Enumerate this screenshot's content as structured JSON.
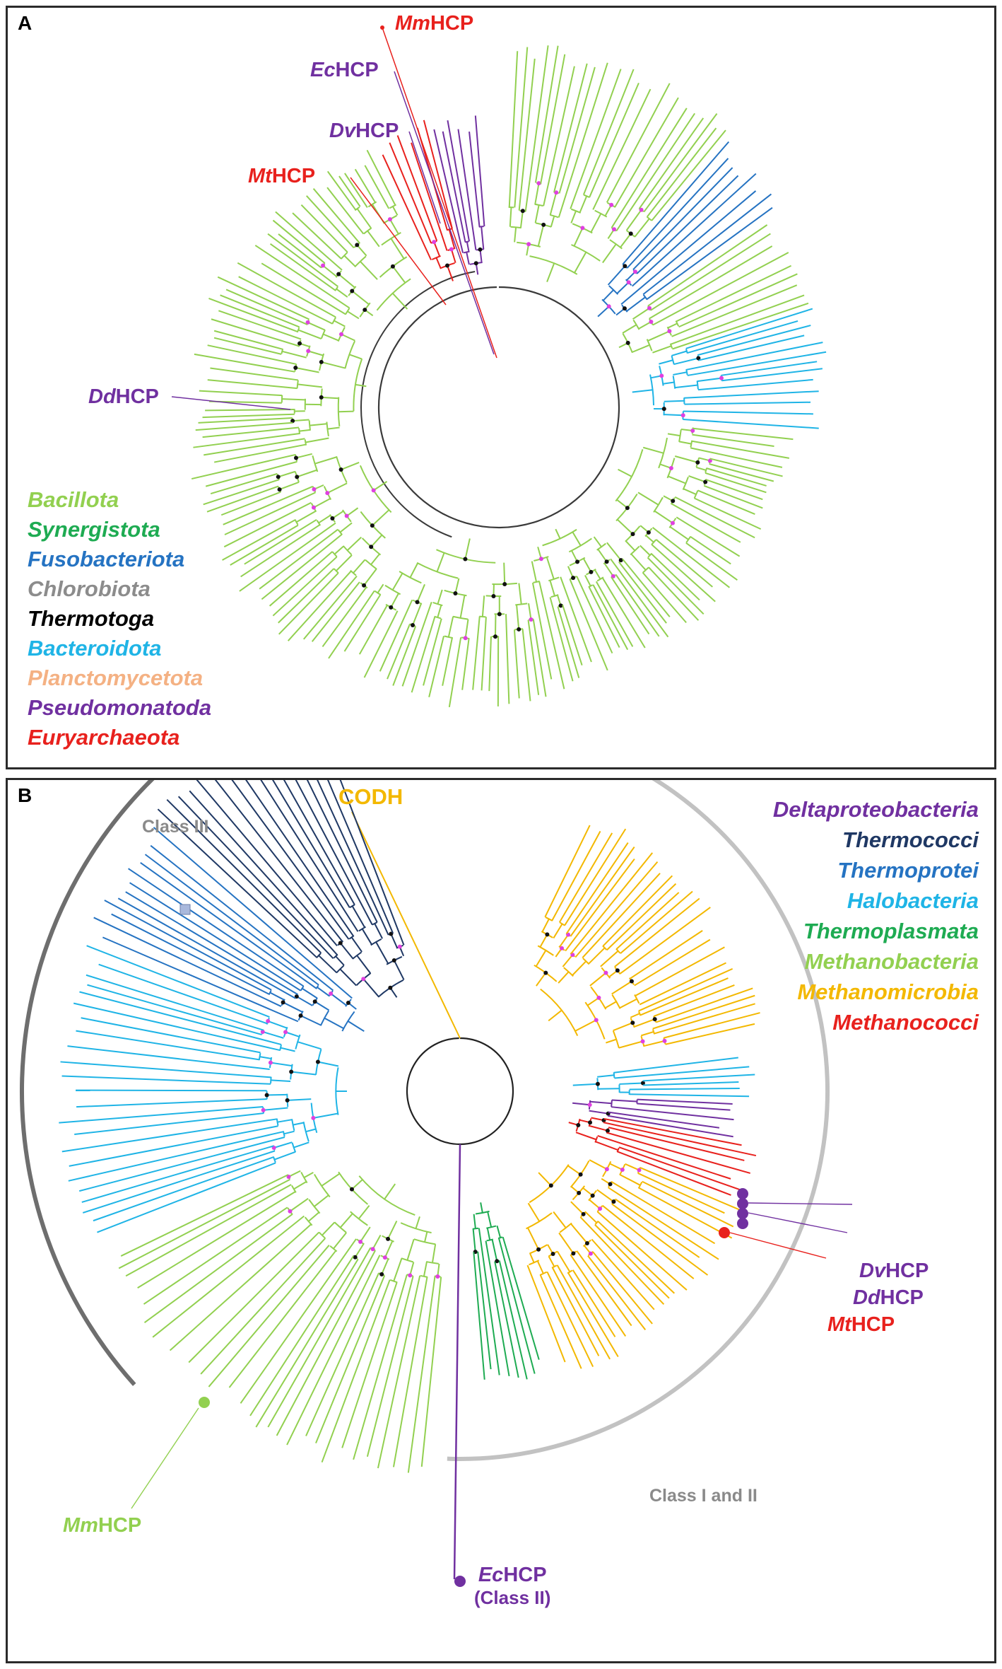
{
  "figure": {
    "panel_a": {
      "letter": "A",
      "callouts": {
        "mm": {
          "prefix": "Mm",
          "suffix": "HCP",
          "color": "#e8211d"
        },
        "ec": {
          "prefix": "Ec",
          "suffix": "HCP",
          "color": "#7030a0"
        },
        "dv": {
          "prefix": "Dv",
          "suffix": "HCP",
          "color": "#7030a0"
        },
        "mt": {
          "prefix": "Mt",
          "suffix": "HCP",
          "color": "#e8211d"
        },
        "dd": {
          "prefix": "Dd",
          "suffix": "HCP",
          "color": "#7030a0"
        }
      },
      "legend": [
        {
          "label": "Bacillota",
          "color": "#92d050"
        },
        {
          "label": "Synergistota",
          "color": "#1eab52"
        },
        {
          "label": "Fusobacteriota",
          "color": "#2573c2"
        },
        {
          "label": "Chlorobiota",
          "color": "#8c8c8c"
        },
        {
          "label": "Thermotoga",
          "color": "#000000"
        },
        {
          "label": "Bacteroidota",
          "color": "#1fb4e6"
        },
        {
          "label": "Planctomycetota",
          "color": "#f4b183"
        },
        {
          "label": "Pseudomonatoda",
          "color": "#7030a0"
        },
        {
          "label": "Euryarchaeota",
          "color": "#e8211d"
        }
      ]
    },
    "panel_b": {
      "letter": "B",
      "codh_label": "CODH",
      "class_iii_label": "Class III",
      "class_i_ii_label": "Class I and II",
      "callouts": {
        "dv": {
          "prefix": "Dv",
          "suffix": "HCP",
          "color": "#7030a0"
        },
        "dd": {
          "prefix": "Dd",
          "suffix": "HCP",
          "color": "#7030a0"
        },
        "mt": {
          "prefix": "Mt",
          "suffix": "HCP",
          "color": "#e8211d"
        },
        "mm": {
          "prefix": "Mm",
          "suffix": "HCP",
          "color": "#92d050"
        },
        "ec": {
          "prefix": "Ec",
          "suffix": "HCP",
          "extra": "(Class II)",
          "color": "#7030a0"
        }
      },
      "legend": [
        {
          "label": "Deltaproteobacteria",
          "color": "#7030a0"
        },
        {
          "label": "Thermococci",
          "color": "#1f3864"
        },
        {
          "label": "Thermoprotei",
          "color": "#2573c2"
        },
        {
          "label": "Halobacteria",
          "color": "#1fb4e6"
        },
        {
          "label": "Thermoplasmata",
          "color": "#1eab52"
        },
        {
          "label": "Methanobacteria",
          "color": "#92d050"
        },
        {
          "label": "Methanomicrobia",
          "color": "#f3b800"
        },
        {
          "label": "Methanococci",
          "color": "#e8211d"
        }
      ]
    }
  }
}
